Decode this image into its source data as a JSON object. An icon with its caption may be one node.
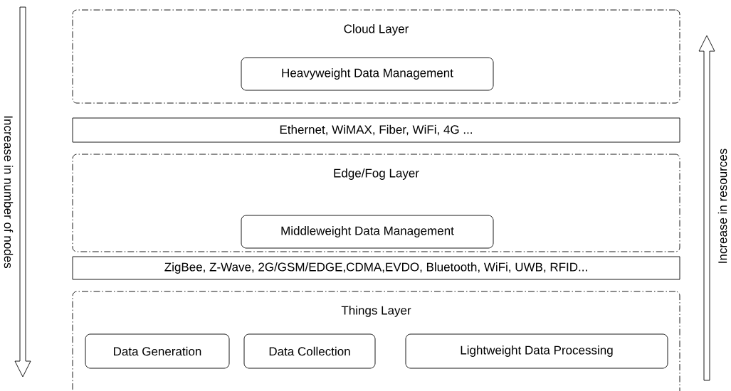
{
  "diagram": {
    "nodes": [
      {
        "text": [
          "Cloud Layer"
        ]
      },
      {
        "text": [
          "Heavyweight Data Management"
        ],
        "in": 0
      },
      {
        "text": [
          "Ethernet, WiMAX, Fiber, WiFi, 4G ..."
        ]
      },
      {
        "text": [
          "Edge/Fog Layer"
        ]
      },
      {
        "text": [
          "Middleweight Data Management"
        ],
        "in": 3
      },
      {
        "text": [
          "ZigBee, Z-Wave, 2G/GSM/EDGE,CDMA,EVDO, Bluetooth, WiFi, UWB, RFID..."
        ]
      },
      {
        "text": [
          "Things Layer"
        ]
      },
      {
        "text": [
          "Data Generation"
        ],
        "in": 6
      },
      {
        "text": [
          "Data Collection"
        ],
        "in": 6
      },
      {
        "text": [
          "Lightweight Data Processing"
        ],
        "in": 6
      }
    ],
    "labels": [
      "Increase in number of nodes",
      "Increase in resources"
    ]
  }
}
